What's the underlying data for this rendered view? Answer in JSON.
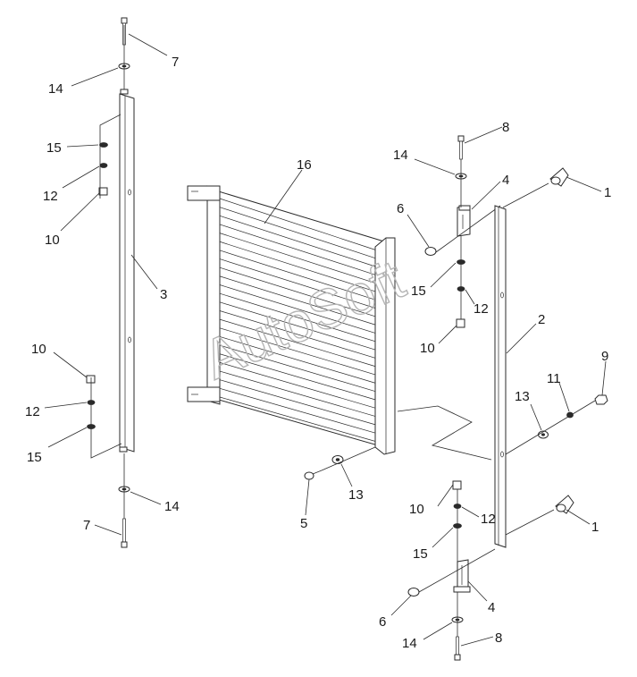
{
  "diagram": {
    "watermark": "AutoSoft",
    "callouts": [
      "7",
      "14",
      "15",
      "12",
      "10",
      "3",
      "10",
      "12",
      "15",
      "14",
      "7",
      "16",
      "8",
      "14",
      "4",
      "1",
      "6",
      "15",
      "12",
      "10",
      "2",
      "9",
      "11",
      "13",
      "13",
      "5",
      "10",
      "12",
      "15",
      "1",
      "4",
      "6",
      "14",
      "8"
    ],
    "colors": {
      "line": "#2a2a2a",
      "text": "#1a1a1a",
      "watermark": "#b5b5b5",
      "background": "#ffffff"
    }
  }
}
